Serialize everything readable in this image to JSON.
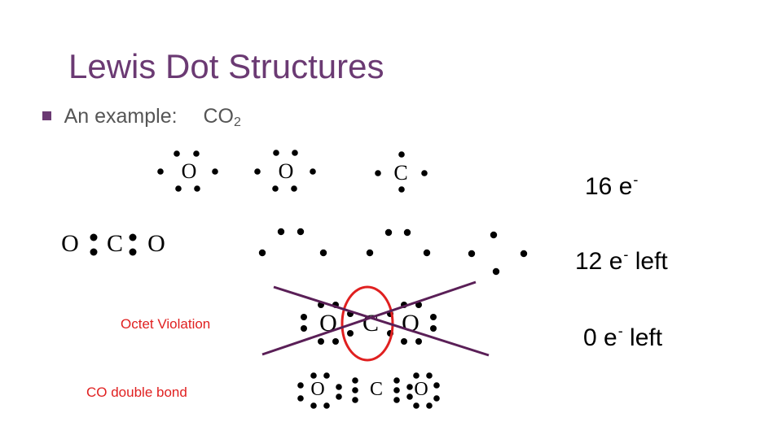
{
  "title": "Lewis Dot Structures",
  "bullet": {
    "lead": "An example:",
    "formula_base": "CO",
    "formula_sub": "2"
  },
  "counts": {
    "total": {
      "value": "16 e",
      "charge": "-",
      "suffix": ""
    },
    "after_bonds": {
      "value": "12 e",
      "charge": "-",
      "suffix": " left"
    },
    "final": {
      "value": "0 e",
      "charge": "-",
      "suffix": " left"
    }
  },
  "labels": {
    "octet_violation": "Octet Violation",
    "double_bond": "CO double bond"
  },
  "atoms": {
    "oxygen": "O",
    "carbon": "C"
  },
  "colors": {
    "title": "#6b3a73",
    "accent_red": "#e02020",
    "cross_lines": "#5a1f57"
  }
}
